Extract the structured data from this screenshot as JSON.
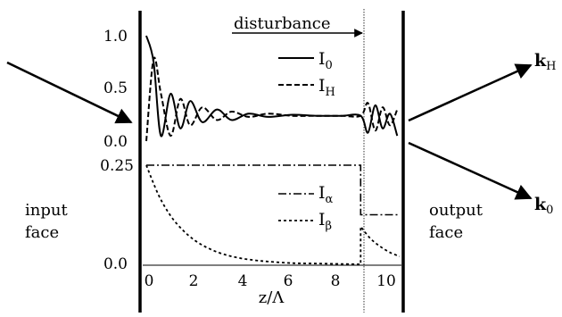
{
  "chart_data": [
    {
      "type": "line",
      "ylim": [
        0.0,
        1.0
      ],
      "y_tick_labels": [
        "1.0",
        "0.5",
        "0.0"
      ],
      "series": [
        {
          "name": "I0",
          "label_main": "I",
          "label_sub": "0",
          "style": "solid",
          "x": [
            0,
            0.3,
            0.6,
            1.0,
            1.4,
            1.8,
            2.3,
            2.9,
            3.5,
            4.2,
            5.0,
            6.0,
            7.0,
            8.0,
            8.8,
            9.1,
            9.4,
            9.7,
            10.0,
            10.3
          ],
          "y": [
            1.0,
            0.75,
            0.05,
            0.45,
            0.12,
            0.38,
            0.18,
            0.3,
            0.2,
            0.26,
            0.23,
            0.25,
            0.24,
            0.24,
            0.24,
            0.08,
            0.34,
            0.12,
            0.26,
            0.05
          ]
        },
        {
          "name": "IH",
          "label_main": "I",
          "label_sub": "H",
          "style": "dashed",
          "x": [
            0,
            0.3,
            0.6,
            1.0,
            1.4,
            1.8,
            2.3,
            2.9,
            3.5,
            4.2,
            5.0,
            6.0,
            7.0,
            8.0,
            8.8,
            9.1,
            9.4,
            9.7,
            10.0,
            10.3
          ],
          "y": [
            0.0,
            0.78,
            0.45,
            0.05,
            0.4,
            0.15,
            0.32,
            0.2,
            0.28,
            0.23,
            0.26,
            0.24,
            0.24,
            0.24,
            0.24,
            0.36,
            0.1,
            0.32,
            0.15,
            0.3
          ]
        }
      ]
    },
    {
      "type": "line",
      "xlabel": "z/Λ",
      "x_tick_labels": [
        "0",
        "2",
        "4",
        "6",
        "8",
        "10"
      ],
      "xlim": [
        0,
        10.4
      ],
      "ylim": [
        0.0,
        0.25
      ],
      "y_tick_labels": [
        "0.25",
        "0.0"
      ],
      "series": [
        {
          "name": "Iα",
          "label_main": "I",
          "label_sub": "α",
          "style": "dashdot",
          "x": [
            0,
            8.8,
            8.8,
            10.4
          ],
          "y": [
            0.25,
            0.25,
            0.125,
            0.125
          ]
        },
        {
          "name": "Iβ",
          "label_main": "I",
          "label_sub": "β",
          "style": "dotted",
          "x": [
            0,
            0.5,
            1.0,
            1.5,
            2.0,
            2.5,
            3.0,
            3.5,
            4.0,
            4.5,
            5.0,
            6.0,
            7.0,
            8.0,
            8.8,
            8.8,
            9.2,
            9.6,
            10.0,
            10.4
          ],
          "y": [
            0.25,
            0.175,
            0.122,
            0.086,
            0.06,
            0.042,
            0.029,
            0.02,
            0.014,
            0.01,
            0.007,
            0.003,
            0.002,
            0.001,
            0.0,
            0.095,
            0.065,
            0.045,
            0.03,
            0.02
          ]
        }
      ]
    }
  ],
  "labels": {
    "disturbance": "disturbance",
    "input_face": [
      "input",
      "face"
    ],
    "output_face": [
      "output",
      "face"
    ],
    "kH_main": "k",
    "kH_sub": "H",
    "k0_main": "k",
    "k0_sub": "0"
  }
}
